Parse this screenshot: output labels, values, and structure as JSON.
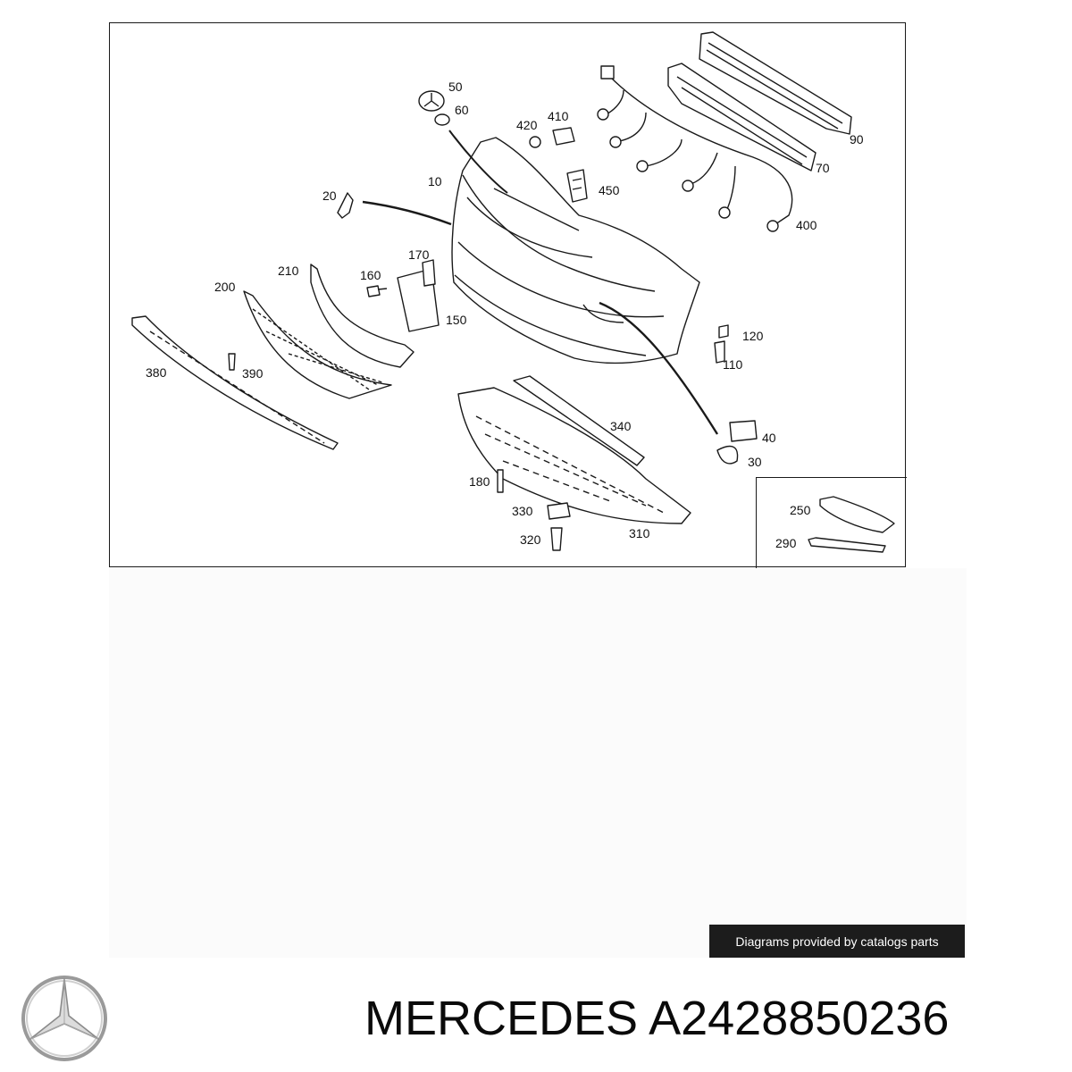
{
  "colors": {
    "line": "#1a1a1a",
    "fill": "#ffffff",
    "badge": "#1c1c1c",
    "text": "#0a0a0a"
  },
  "icons": {
    "brand": "three-pointed-star-logo"
  },
  "diagram": {
    "part_labels": [
      "10",
      "20",
      "30",
      "40",
      "50",
      "60",
      "70",
      "90",
      "110",
      "120",
      "150",
      "160",
      "170",
      "180",
      "200",
      "210",
      "250",
      "290",
      "310",
      "320",
      "330",
      "340",
      "380",
      "390",
      "400",
      "410",
      "420",
      "450"
    ]
  },
  "credit": "Diagrams provided by catalogs parts",
  "brand": "MERCEDES",
  "part_number": "A2428850236"
}
